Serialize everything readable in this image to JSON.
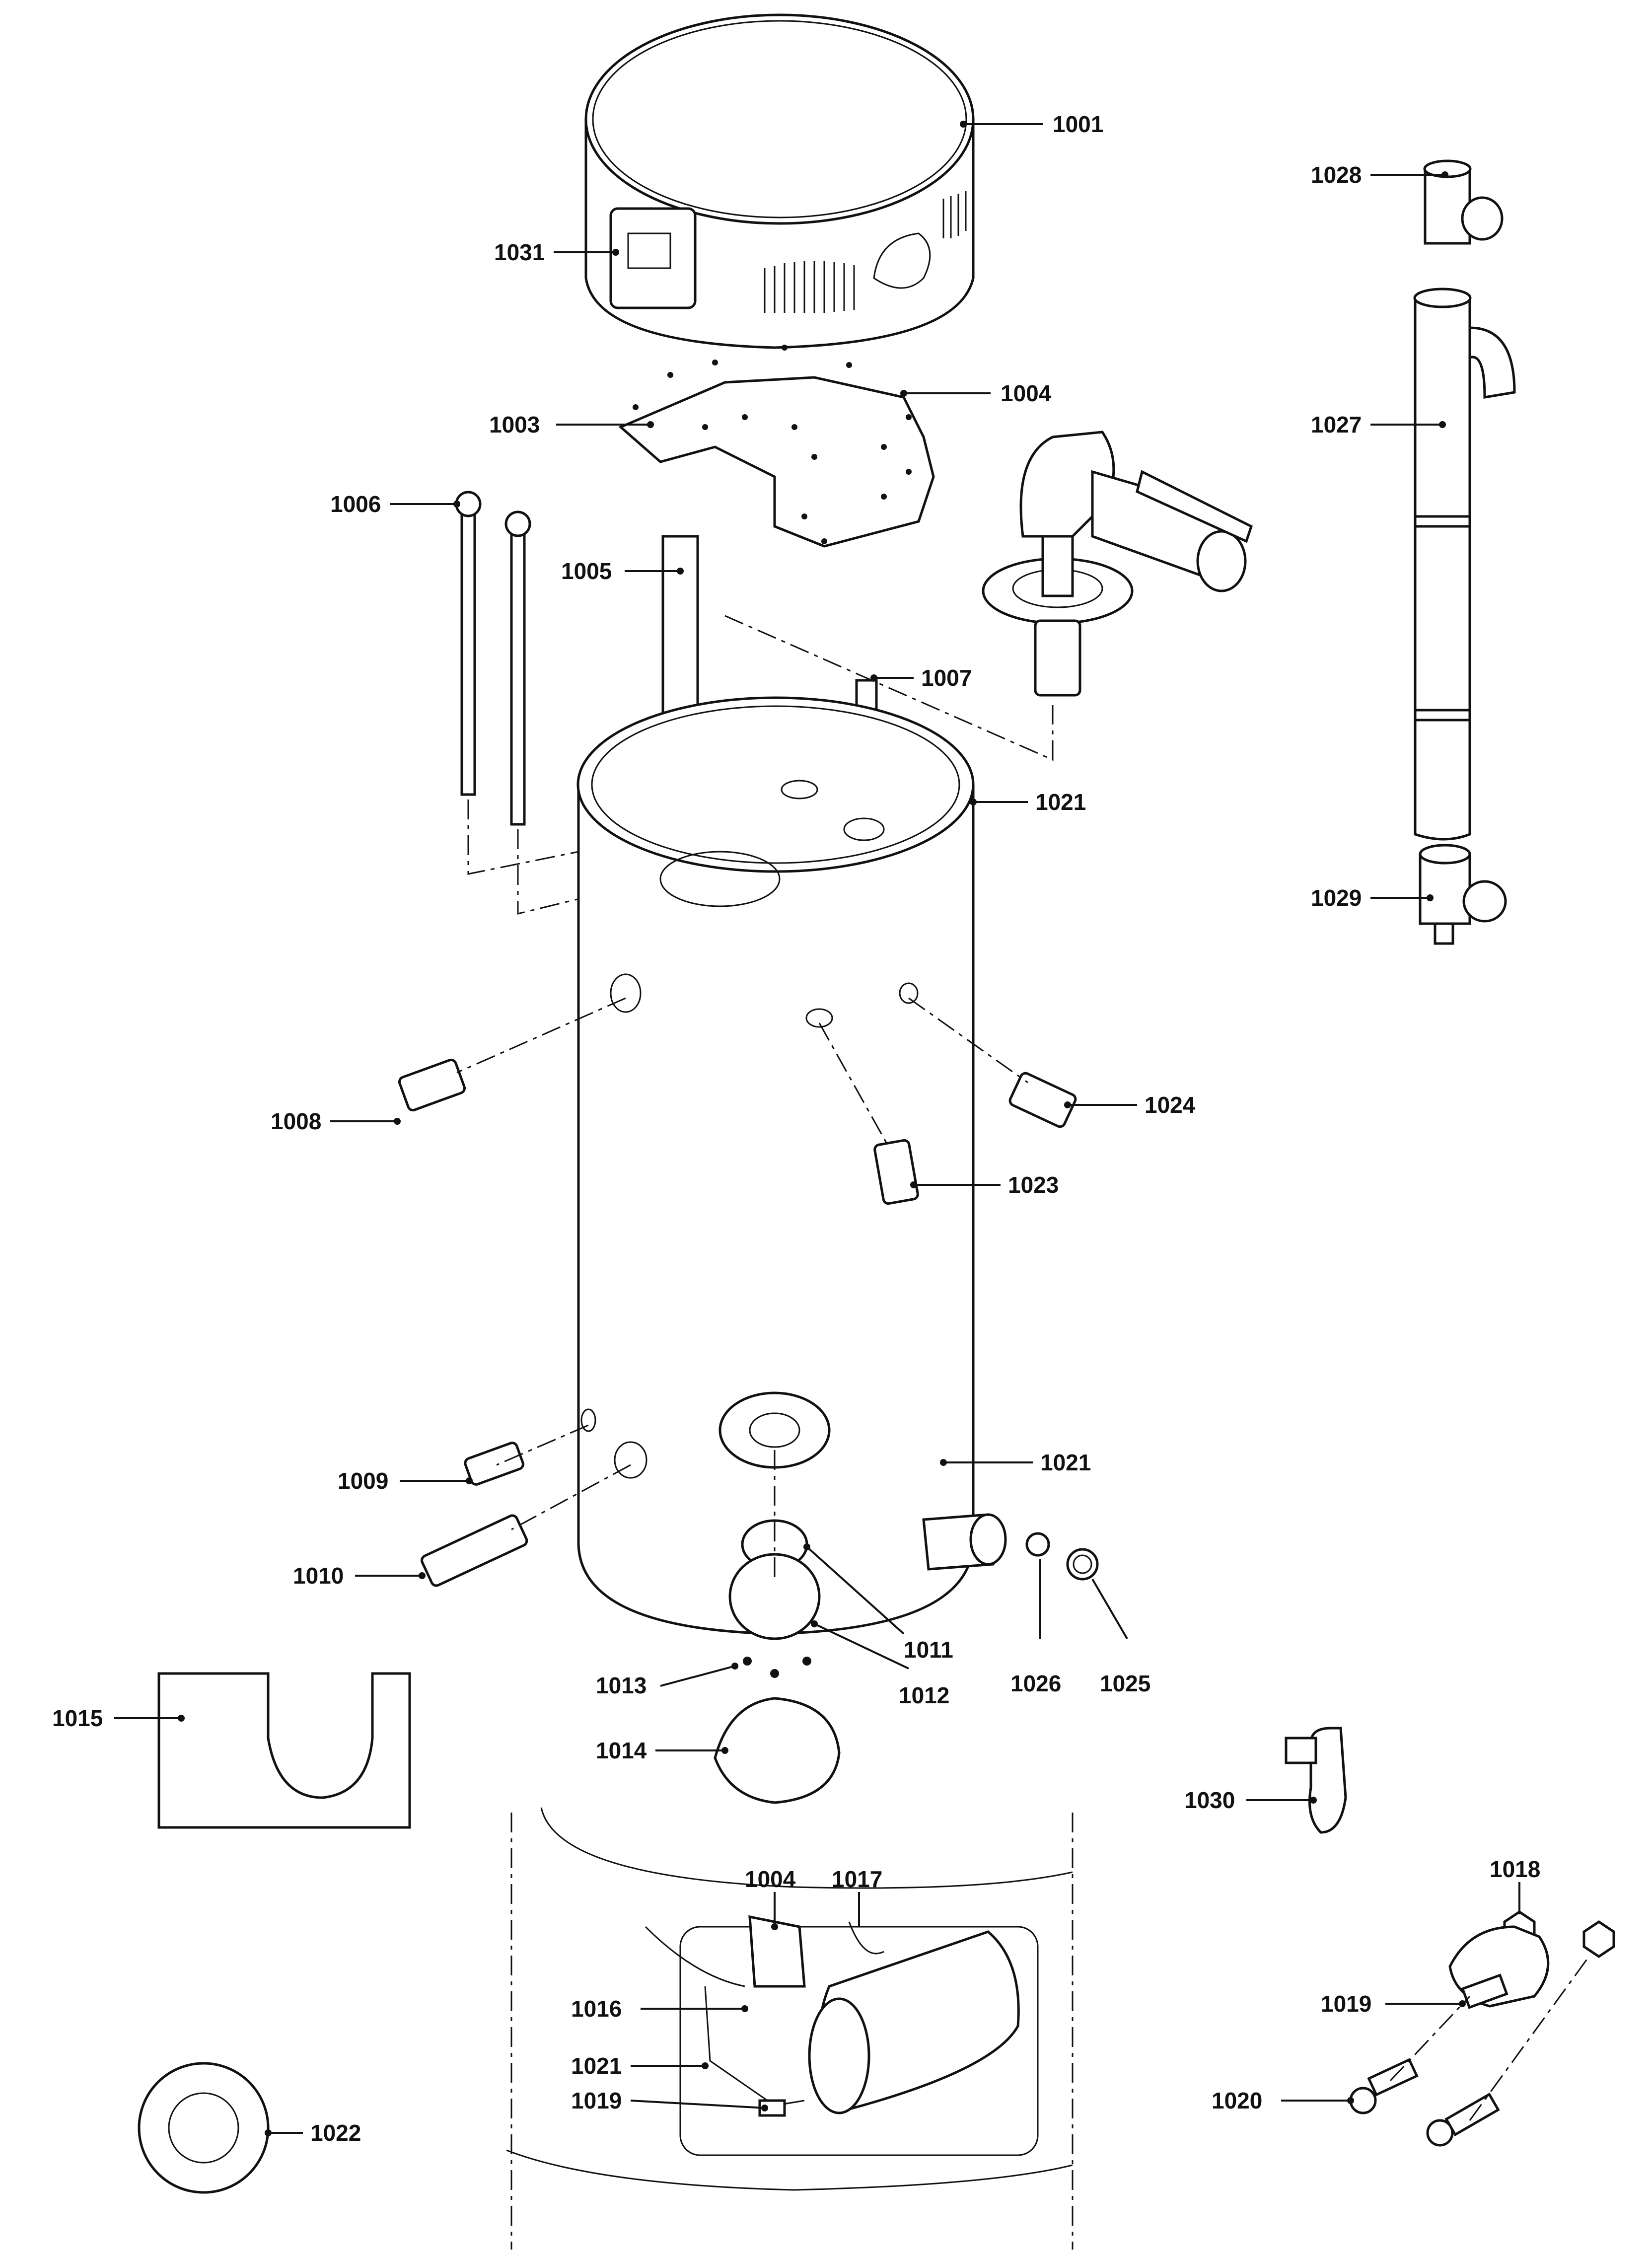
{
  "diagram": {
    "callouts": [
      {
        "id": "c1001",
        "label": "1001"
      },
      {
        "id": "c1028",
        "label": "1028"
      },
      {
        "id": "c1031",
        "label": "1031"
      },
      {
        "id": "c1004a",
        "label": "1004"
      },
      {
        "id": "c1003",
        "label": "1003"
      },
      {
        "id": "c1027",
        "label": "1027"
      },
      {
        "id": "c1006",
        "label": "1006"
      },
      {
        "id": "c1005",
        "label": "1005"
      },
      {
        "id": "c1007",
        "label": "1007"
      },
      {
        "id": "c1021a",
        "label": "1021"
      },
      {
        "id": "c1029",
        "label": "1029"
      },
      {
        "id": "c1008",
        "label": "1008"
      },
      {
        "id": "c1024",
        "label": "1024"
      },
      {
        "id": "c1023",
        "label": "1023"
      },
      {
        "id": "c1021b",
        "label": "1021"
      },
      {
        "id": "c1009",
        "label": "1009"
      },
      {
        "id": "c1010",
        "label": "1010"
      },
      {
        "id": "c1011",
        "label": "1011"
      },
      {
        "id": "c1026",
        "label": "1026"
      },
      {
        "id": "c1025",
        "label": "1025"
      },
      {
        "id": "c1013",
        "label": "1013"
      },
      {
        "id": "c1012",
        "label": "1012"
      },
      {
        "id": "c1015",
        "label": "1015"
      },
      {
        "id": "c1014",
        "label": "1014"
      },
      {
        "id": "c1030",
        "label": "1030"
      },
      {
        "id": "c1018",
        "label": "1018"
      },
      {
        "id": "c1004b",
        "label": "1004"
      },
      {
        "id": "c1017",
        "label": "1017"
      },
      {
        "id": "c1016",
        "label": "1016"
      },
      {
        "id": "c1019a",
        "label": "1019"
      },
      {
        "id": "c1021c",
        "label": "1021"
      },
      {
        "id": "c1019b",
        "label": "1019"
      },
      {
        "id": "c1020",
        "label": "1020"
      },
      {
        "id": "c1022",
        "label": "1022"
      }
    ]
  }
}
